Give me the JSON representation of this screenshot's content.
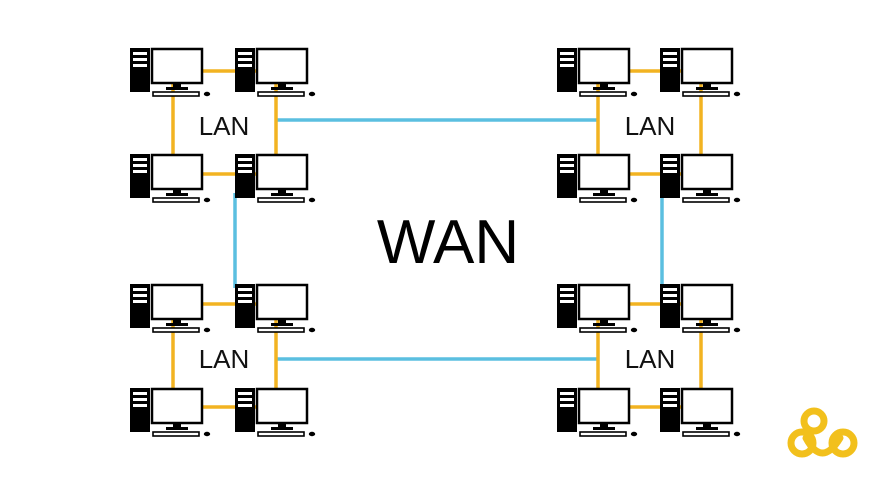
{
  "diagram": {
    "center_label": "WAN",
    "lans": [
      {
        "label": "LAN"
      },
      {
        "label": "LAN"
      },
      {
        "label": "LAN"
      },
      {
        "label": "LAN"
      }
    ]
  },
  "colors": {
    "lan_link": "#f2b321",
    "wan_link": "#5bbfe0",
    "device": "#000000",
    "logo": "#f2c01c"
  },
  "logo": {
    "icon": "trefoil-logo-icon"
  }
}
